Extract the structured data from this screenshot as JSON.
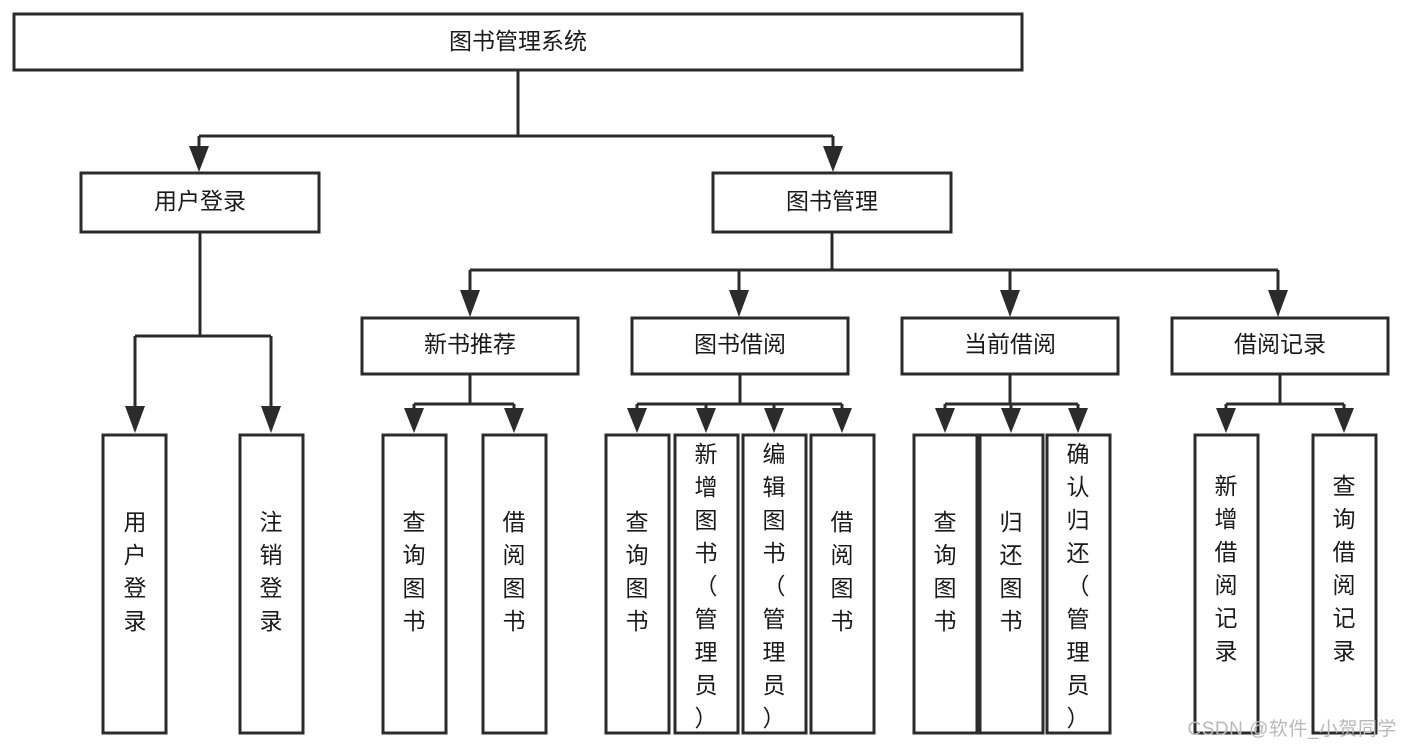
{
  "diagram": {
    "type": "tree-hierarchy",
    "orientation": "top-down",
    "root": {
      "label": "图书管理系统"
    },
    "level2": [
      {
        "label": "用户登录"
      },
      {
        "label": "图书管理"
      }
    ],
    "level3": [
      {
        "label": "新书推荐"
      },
      {
        "label": "图书借阅"
      },
      {
        "label": "当前借阅"
      },
      {
        "label": "借阅记录"
      }
    ],
    "leaves": {
      "user_login": [
        {
          "label": "用户登录"
        },
        {
          "label": "注销登录"
        }
      ],
      "new_book_recommend": [
        {
          "label": "查询图书"
        },
        {
          "label": "借阅图书"
        }
      ],
      "book_borrow": [
        {
          "label": "查询图书"
        },
        {
          "label": "新增图书（管理员）"
        },
        {
          "label": "编辑图书（管理员）"
        },
        {
          "label": "借阅图书"
        }
      ],
      "current_borrow": [
        {
          "label": "查询图书"
        },
        {
          "label": "归还图书"
        },
        {
          "label": "确认归还（管理员）"
        }
      ],
      "borrow_record": [
        {
          "label": "新增借阅记录"
        },
        {
          "label": "查询借阅记录"
        }
      ]
    },
    "colors": {
      "box_stroke": "#2b2b2b",
      "box_fill": "#ffffff",
      "text": "#1a1a1a",
      "background": "#ffffff",
      "watermark": "#b9b9b9"
    }
  },
  "watermark": {
    "text": "CSDN @软件_小贺同学"
  }
}
